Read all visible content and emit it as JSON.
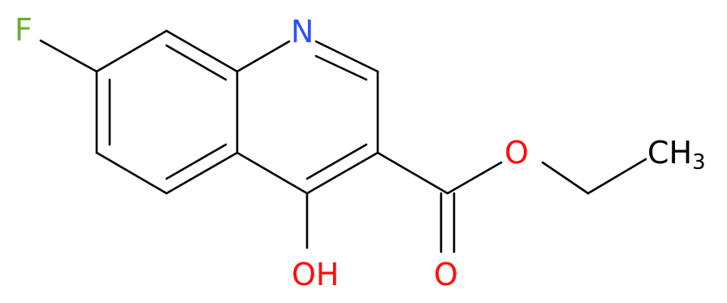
{
  "molecule": {
    "atoms": {
      "fluorine": {
        "text": "F",
        "color": "#6bad36"
      },
      "nitrogen": {
        "text": "N",
        "color": "#3050f8"
      },
      "hydroxyl": {
        "text": "OH",
        "color": "#ff0d0d"
      },
      "ester_oxygen": {
        "text": "O",
        "color": "#ff0d0d"
      },
      "carbonyl_oxygen": {
        "text": "O",
        "color": "#ff0d0d"
      },
      "methyl": {
        "main": "CH",
        "subscript": "3",
        "color": "#000000"
      }
    },
    "bond_color": "#000000"
  }
}
